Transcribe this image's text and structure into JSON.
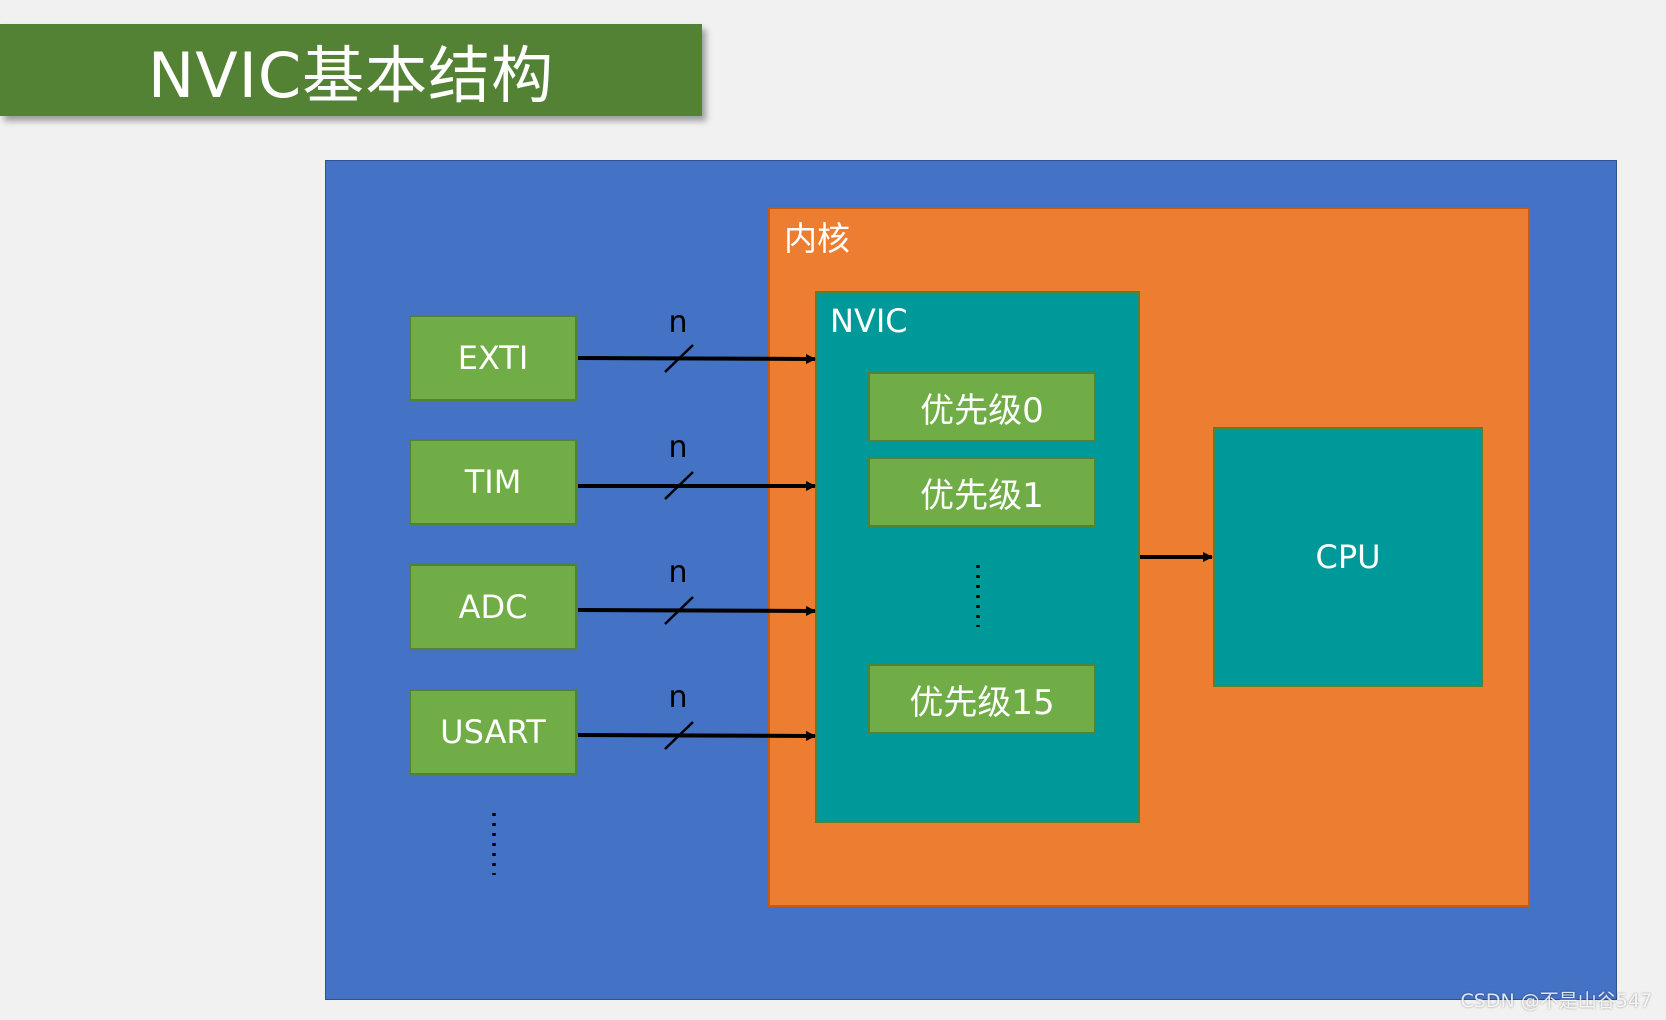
{
  "title": "NVIC基本结构",
  "core": {
    "label": "内核"
  },
  "nvic": {
    "label": "NVIC",
    "priorities": [
      "优先级0",
      "优先级1",
      "优先级15"
    ]
  },
  "cpu": {
    "label": "CPU"
  },
  "peripherals": [
    "EXTI",
    "TIM",
    "ADC",
    "USART"
  ],
  "bus_width_label": "n",
  "watermark": "CSDN @不是山谷547",
  "colors": {
    "title_bg": "#548235",
    "chip_bg": "#4472c4",
    "core_bg": "#ed7d31",
    "nvic_bg": "#009999",
    "block_green": "#70ad47"
  }
}
